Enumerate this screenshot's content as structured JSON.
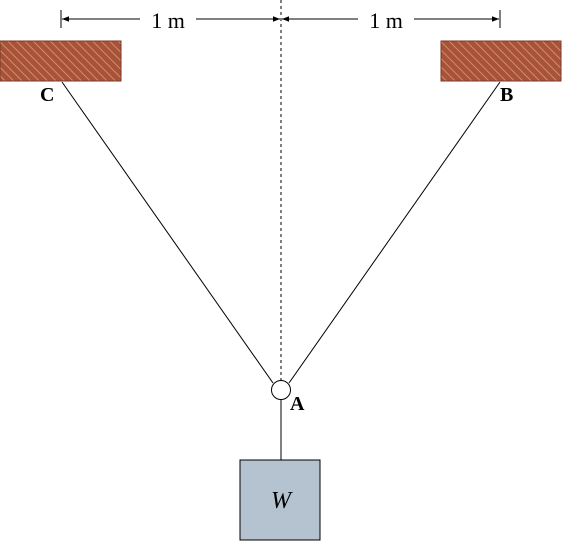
{
  "diagram": {
    "dimension_left": "1 m",
    "dimension_right": "1 m",
    "labels": {
      "C": "C",
      "B": "B",
      "A": "A",
      "W": "W"
    },
    "colors": {
      "support_fill": "#a85238",
      "support_hatch": "#d99a80",
      "weight_fill": "#b4c3cf",
      "line": "#000000"
    }
  }
}
